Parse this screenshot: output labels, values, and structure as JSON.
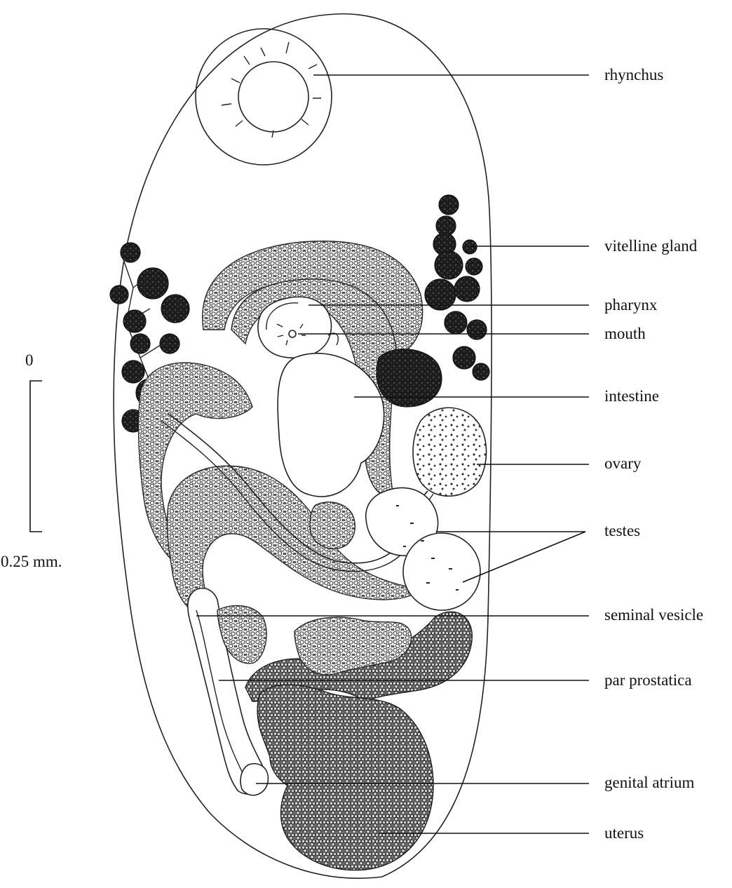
{
  "labels": {
    "rhynchus": "rhynchus",
    "vitelline_gland": "vitelline gland",
    "pharynx": "pharynx",
    "mouth": "mouth",
    "intestine": "intestine",
    "ovary": "ovary",
    "testes": "testes",
    "seminal_vesicle": "seminal vesicle",
    "par_prostatica": "par prostatica",
    "genital_atrium": "genital atrium",
    "uterus": "uterus"
  },
  "scale_bar": {
    "top_label": "0",
    "bottom_label": "0.25 mm."
  }
}
